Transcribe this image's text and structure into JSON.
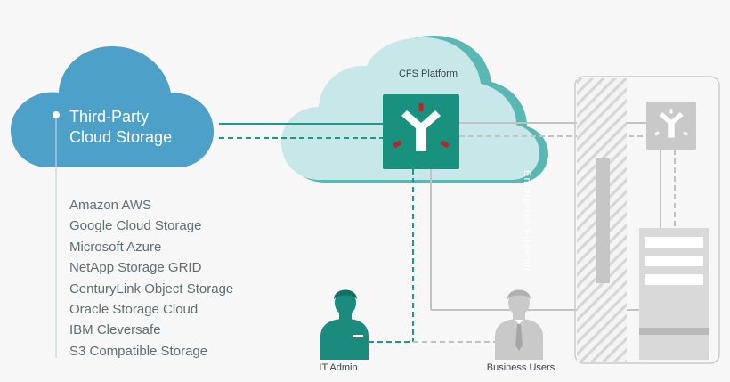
{
  "third_party": {
    "title_line1": "Third-Party",
    "title_line2": "Cloud Storage",
    "providers": [
      "Amazon AWS",
      "Google Cloud Storage",
      "Microsoft Azure",
      "NetApp Storage GRID",
      "CenturyLink Object Storage",
      "Oracle Storage Cloud",
      "IBM Cleversafe",
      "S3 Compatible Storage"
    ]
  },
  "platform": {
    "label": "CFS Platform"
  },
  "firewall": {
    "label": "Enterprise Firewall"
  },
  "users": {
    "it_admin": "IT Admin",
    "business_users": "Business Users"
  },
  "colors": {
    "third_party_cloud": "#4da0c8",
    "platform_cloud": "#c8e7e8",
    "platform_cloud_shadow": "#5ab8b3",
    "platform_box": "#18917f",
    "connector_teal": "#1b9a8a",
    "connector_gray": "#c2c2c2",
    "accent_red": "#b8252f",
    "it_admin_figure": "#1a8b7c",
    "business_user_figure": "#c9c9c9",
    "firewall_hatch": "#d6d6d6"
  },
  "icons": {
    "platform_logo": "y-shaped-logo-icon",
    "remote_node_logo": "y-shaped-logo-icon",
    "it_admin": "person-icon",
    "business_user": "person-with-tie-icon",
    "server": "server-rack-icon"
  }
}
